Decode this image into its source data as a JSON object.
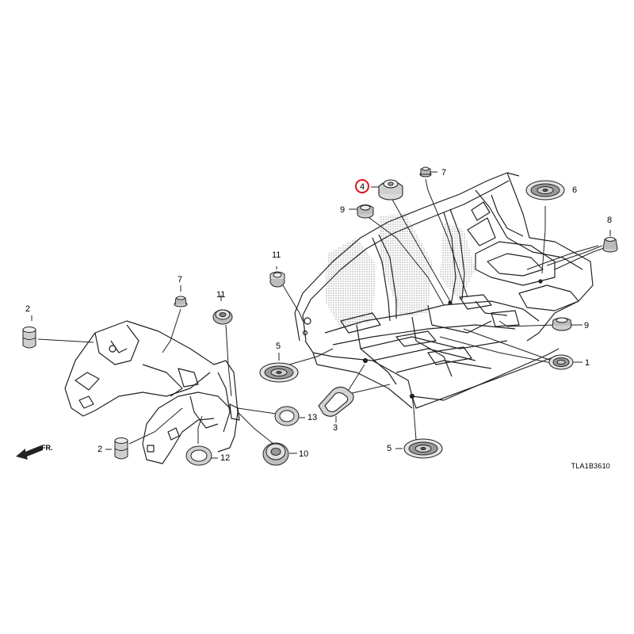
{
  "callouts": [
    {
      "id": "c4",
      "label": "4",
      "highlighted": true
    },
    {
      "id": "c7a",
      "label": "7"
    },
    {
      "id": "c6",
      "label": "6"
    },
    {
      "id": "c9a",
      "label": "9"
    },
    {
      "id": "c8",
      "label": "8"
    },
    {
      "id": "c11a",
      "label": "11"
    },
    {
      "id": "c7b",
      "label": "7"
    },
    {
      "id": "c11b",
      "label": "11"
    },
    {
      "id": "c2a",
      "label": "2"
    },
    {
      "id": "c5a",
      "label": "5"
    },
    {
      "id": "c9b",
      "label": "9"
    },
    {
      "id": "c1",
      "label": "1"
    },
    {
      "id": "c13",
      "label": "13"
    },
    {
      "id": "c3",
      "label": "3"
    },
    {
      "id": "c2b",
      "label": "2"
    },
    {
      "id": "c12",
      "label": "12"
    },
    {
      "id": "c10",
      "label": "10"
    },
    {
      "id": "c5b",
      "label": "5"
    }
  ],
  "direction_label": "FR.",
  "drawing_code": "TLA1B3610",
  "colors": {
    "highlight": "#e0141e",
    "line": "#222222",
    "shade": "#bdbdbd"
  }
}
